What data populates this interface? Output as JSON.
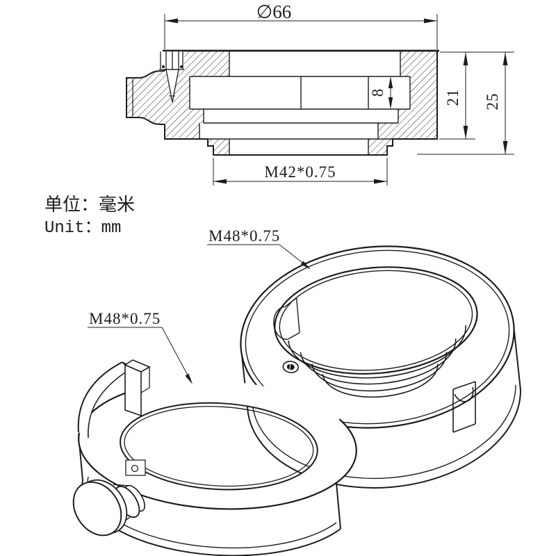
{
  "notes": {
    "unit_cn": "单位：毫米",
    "unit_en": "Unit：mm"
  },
  "section_view": {
    "outer_diameter": "∅66",
    "groove_width": "8",
    "inner_height": "21",
    "total_height": "25",
    "bottom_thread": "M42*0.75"
  },
  "iso_view": {
    "ring_thread_label": "M48*0.75",
    "clamp_thread_label": "M48*0.75"
  },
  "colors": {
    "line": "#1c1c1c",
    "background": "#ffffff"
  }
}
